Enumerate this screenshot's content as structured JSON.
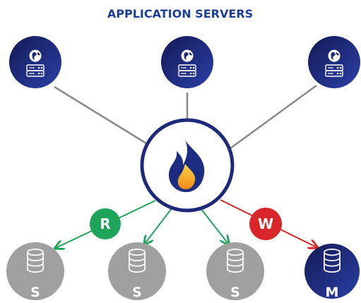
{
  "title": "APPLICATION SERVERS",
  "app_servers": [
    {
      "icon": "globe-server-icon"
    },
    {
      "icon": "globe-server-icon"
    },
    {
      "icon": "globe-server-icon"
    }
  ],
  "proxy": {
    "icon": "flame-icon"
  },
  "read_badge": {
    "label": "R",
    "color": "#1fa55a"
  },
  "write_badge": {
    "label": "W",
    "color": "#d9262a"
  },
  "databases": [
    {
      "label": "S",
      "role": "slave",
      "color": "#a0a0a0"
    },
    {
      "label": "S",
      "role": "slave",
      "color": "#a0a0a0"
    },
    {
      "label": "S",
      "role": "slave",
      "color": "#a0a0a0"
    },
    {
      "label": "M",
      "role": "master",
      "color": "#1e2a78"
    }
  ],
  "colors": {
    "title": "#1e3f96",
    "navy_dark": "#1a1f5e",
    "navy_light": "#2a3d9e",
    "flame_outer": "#1c2c80",
    "flame_inner": "#f6a323",
    "line_gray": "#8a8a8a",
    "line_green": "#1fa55a",
    "line_red": "#d9262a"
  }
}
